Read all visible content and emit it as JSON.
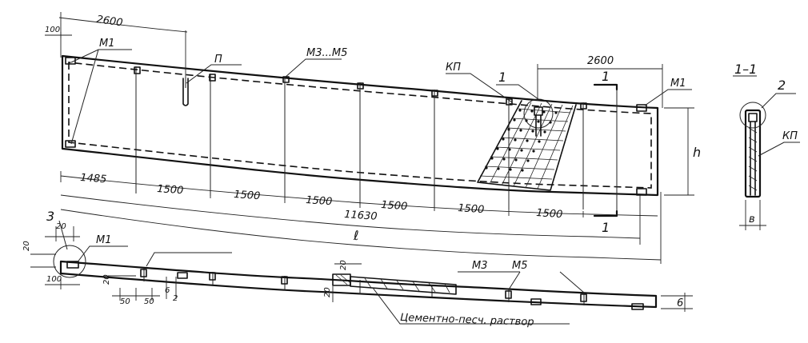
{
  "labels": {
    "m1_top_left": "М1",
    "m1_top_right": "М1",
    "m3_m5_top": "М3...М5",
    "p": "П",
    "kp_top": "КП",
    "callout_1": "1",
    "section_title": "1–1",
    "callout_2": "2",
    "kp_section": "КП",
    "h": "h",
    "b": "в",
    "callout_3": "3",
    "m1_bottom": "М1",
    "m3_bottom": "М3",
    "m5_bottom": "М5",
    "mortar": "Цементно-песч. раствор",
    "section_mark_top": "1",
    "section_mark_bottom": "1",
    "l": "ℓ"
  },
  "dimensions": {
    "d2600_left": "2600",
    "d2600_right": "2600",
    "d100_top": "100",
    "d1485": "1485",
    "d1500_1": "1500",
    "d1500_2": "1500",
    "d1500_3": "1500",
    "d1500_4": "1500",
    "d1500_5": "1500",
    "d1500_6": "1500",
    "d11630": "11630",
    "d20_a": "20",
    "d20_b": "20",
    "d100_bottom": "100",
    "d20_c": "20",
    "d50_a": "50",
    "d50_b": "50",
    "d6_a": "6",
    "d2": "2",
    "d20_d": "20",
    "d20_e": "20",
    "d6_b": "6"
  }
}
